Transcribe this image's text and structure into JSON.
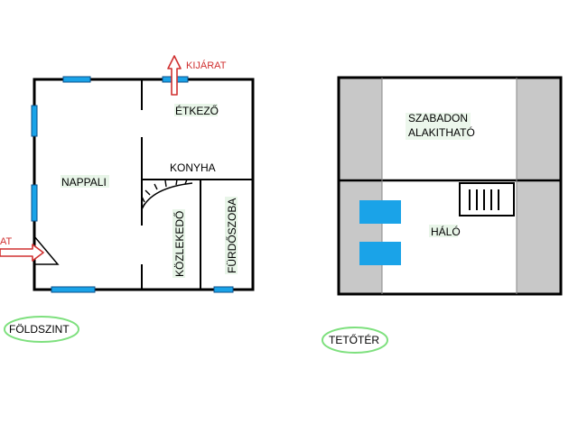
{
  "ground_floor": {
    "caption": "FÖLDSZINT",
    "rooms": {
      "etkezo": "ÉTKEZŐ",
      "nappali": "NAPPALI",
      "konyha": "KONYHA",
      "kozlekedo": "KÖZLEKEDŐ",
      "furdoszoba": "FÜRDŐSZOBA"
    },
    "exit_label": "KIJÁRAT",
    "entrance_label_partial": "AT"
  },
  "attic": {
    "caption": "TETŐTÉR",
    "rooms": {
      "szabadon_line1": "SZABADON",
      "szabadon_line2": "ALAKITHATÓ",
      "halo": "HÁLÓ"
    }
  },
  "colors": {
    "wall": "#000000",
    "window": "#1aa3e8",
    "arrow": "#d03030",
    "label_highlight": "#cdeacd",
    "caption_outline": "#7ee07e",
    "attic_side_gray": "#c8c8c8",
    "skylight": "#1aa3e8"
  }
}
